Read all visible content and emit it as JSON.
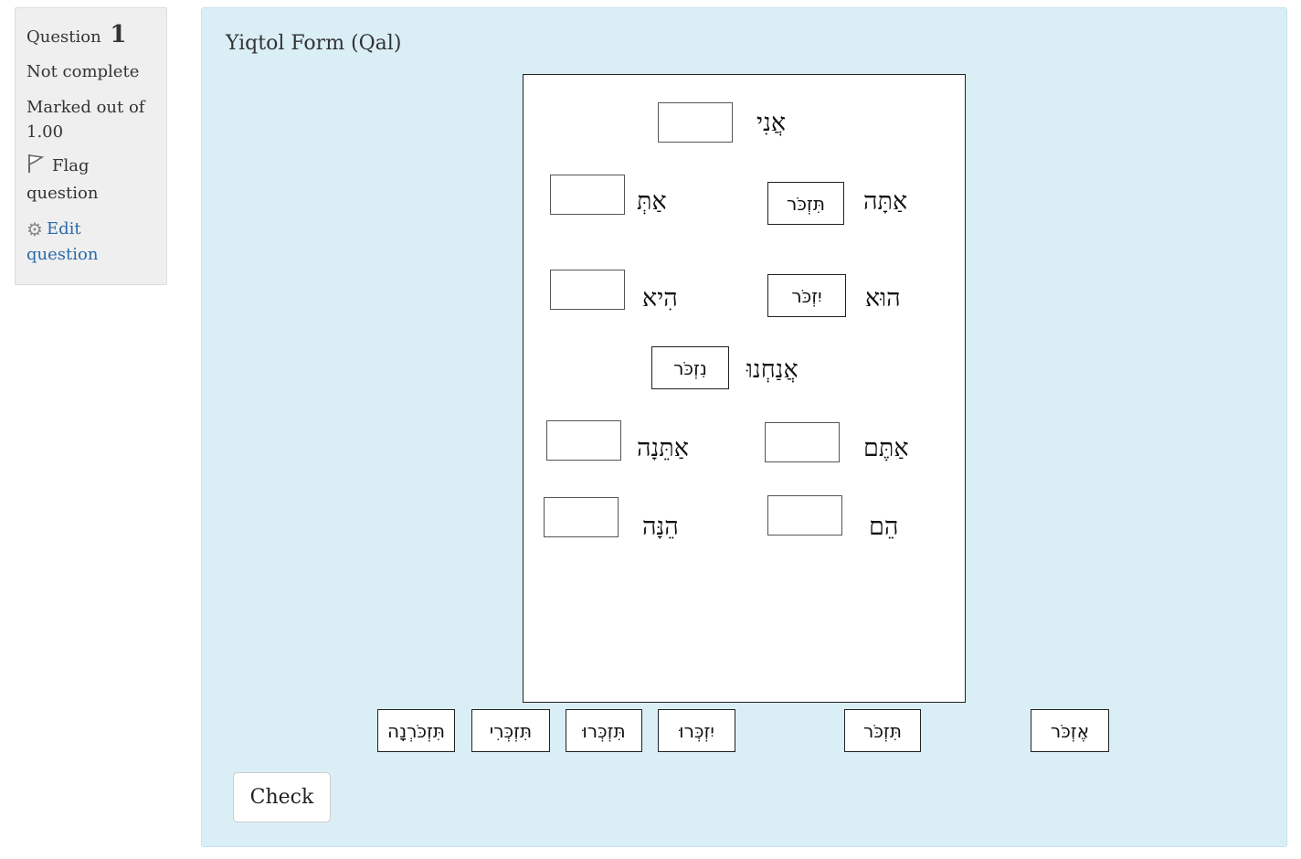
{
  "info": {
    "question_label": "Question",
    "question_number": "1",
    "status": "Not complete",
    "marked_out_of": "Marked out of 1.00",
    "flag_label": "Flag question",
    "edit_label": "Edit question"
  },
  "question": {
    "title": "Yiqtol Form (Qal)",
    "pronouns": {
      "ani": "אֲנִי",
      "atta": "אַתָּה",
      "at": "אַתְּ",
      "hu": "הוּא",
      "hi": "הִיא",
      "anachnu": "אֲנַחְנוּ",
      "attem": "אַתֶּם",
      "attena": "אַתֵּנָה",
      "hem": "הֵם",
      "henna": "הֵנָּה"
    },
    "placed": {
      "atta": "תִּזְכֹּר",
      "hu": "יִזְכֹּר",
      "anachnu": "נִזְכֹּר"
    },
    "choices": [
      "תִּזְכֹּרְנָה",
      "תִּזְכְּרִי",
      "תִּזְכְּרוּ",
      "יִזְכְּרוּ",
      "תִּזְכֹּר",
      "אֶזְכֹּר"
    ],
    "check_label": "Check"
  }
}
